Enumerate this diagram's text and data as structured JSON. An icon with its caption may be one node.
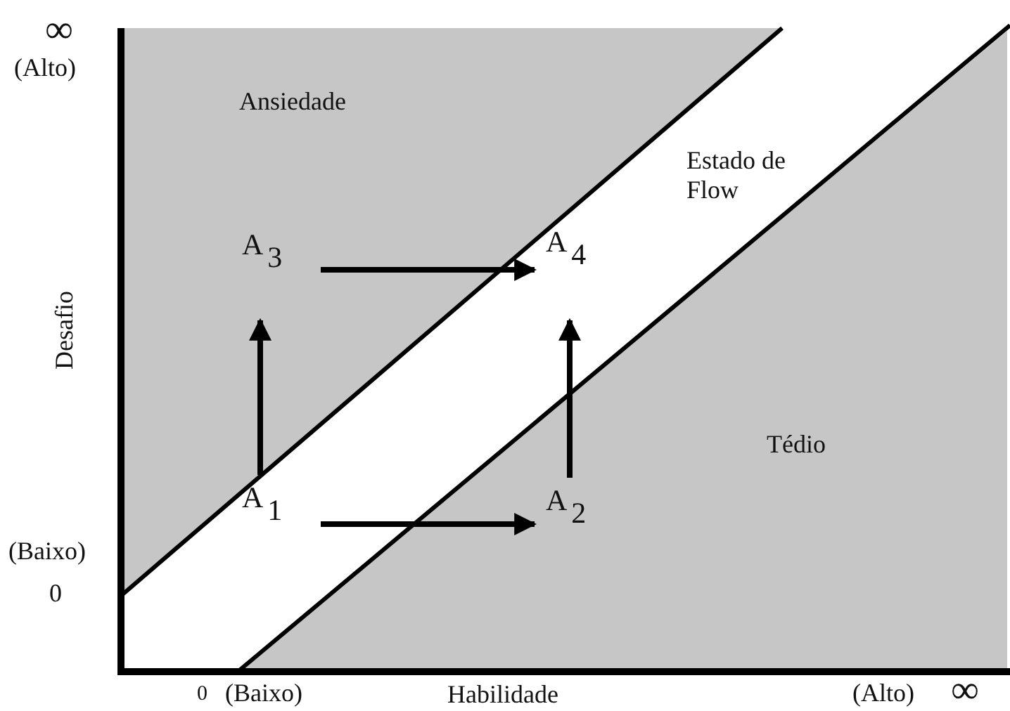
{
  "diagram": {
    "nodes": [
      {
        "text": [
          "A$_{3}$"
        ]
      },
      {
        "text": [
          "A$_{4}$"
        ]
      },
      {
        "text": [
          "A$_{1}$"
        ]
      },
      {
        "text": [
          "A$_{2}$"
        ]
      }
    ],
    "edges": [
      {
        "from": 2,
        "to": 0,
        "arrow": "to"
      },
      {
        "from": 0,
        "to": 1,
        "arrow": "to"
      },
      {
        "from": 2,
        "to": 3,
        "arrow": "to"
      },
      {
        "from": 3,
        "to": 1,
        "arrow": "to"
      }
    ],
    "labels": [
      "∞",
      "(Alto)",
      "Ansiedade",
      "Estado de Flow",
      "Desafio",
      "Tédio",
      "(Baixo)",
      "0",
      "0",
      "(Baixo)",
      "Habilidade",
      "(Alto)",
      "∞"
    ]
  }
}
